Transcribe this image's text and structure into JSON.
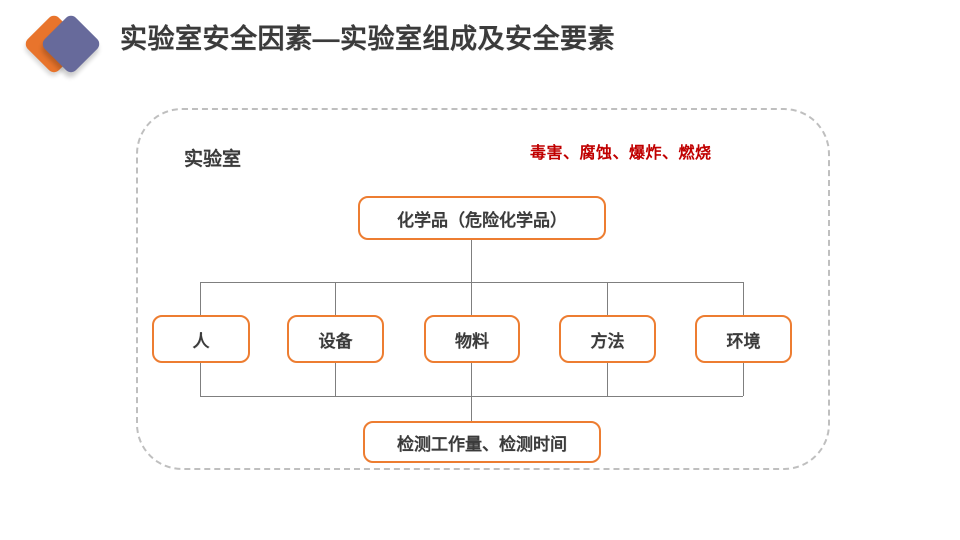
{
  "header": {
    "title": "实验室安全因素—实验室组成及安全要素",
    "logo_icon": "double-diamond-logo-icon",
    "logo_colors": {
      "back": "#E8742C",
      "front": "#676A9B"
    }
  },
  "diagram": {
    "container_label": "实验室",
    "container_style": "dashed-rounded-rectangle",
    "hazard_note": "毒害、腐蚀、爆炸、燃烧",
    "hazard_note_color": "#C00000",
    "node_border_color": "#ED7D31",
    "connector_color": "#7F7F7F",
    "top_node": {
      "label": "化学品（危险化学品）"
    },
    "middle_nodes": [
      {
        "label": "人"
      },
      {
        "label": "设备"
      },
      {
        "label": "物料"
      },
      {
        "label": "方法"
      },
      {
        "label": "环境"
      }
    ],
    "bottom_node": {
      "label": "检测工作量、检测时间"
    }
  }
}
